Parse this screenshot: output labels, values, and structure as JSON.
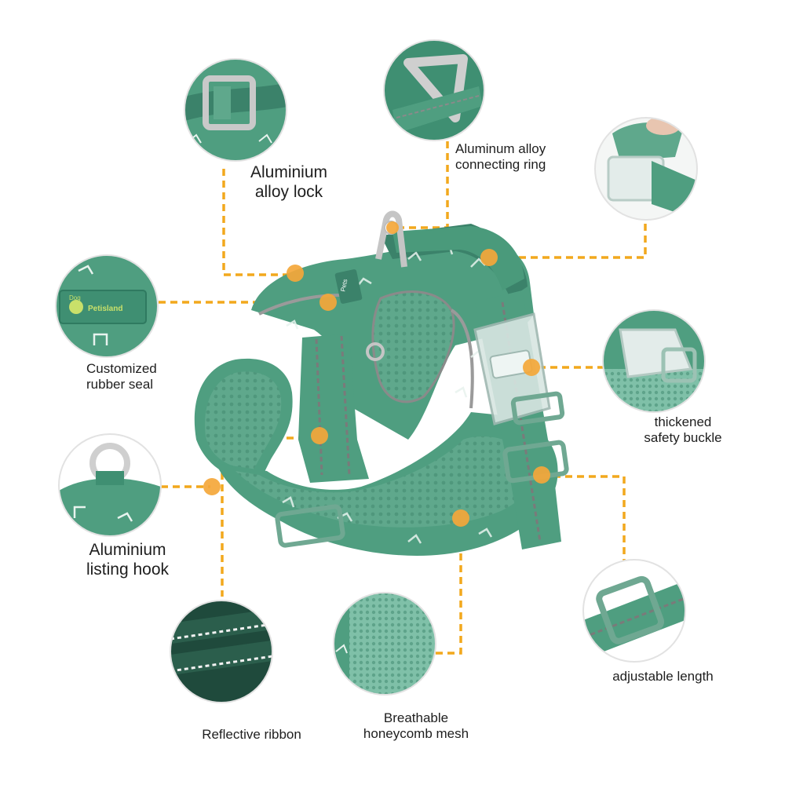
{
  "callouts": [
    {
      "id": "lock",
      "lines": [
        "Aluminium",
        "alloy lock"
      ]
    },
    {
      "id": "connecting-ring",
      "lines": [
        "Aluminum alloy",
        "connecting ring"
      ]
    },
    {
      "id": "rubber-seal",
      "lines": [
        "Customized",
        "rubber seal"
      ]
    },
    {
      "id": "safety-buckle",
      "lines": [
        "thickened",
        "safety buckle"
      ]
    },
    {
      "id": "listing-hook",
      "lines": [
        "Aluminium",
        "listing hook"
      ]
    },
    {
      "id": "adjustable-length",
      "lines": [
        "adjustable length"
      ]
    },
    {
      "id": "reflective-ribbon",
      "lines": [
        "Reflective ribbon"
      ]
    },
    {
      "id": "mesh",
      "lines": [
        "Breathable",
        "honeycomb mesh"
      ]
    }
  ],
  "seal_text": "Petisland",
  "seal_logo_text": "Dog",
  "tag_text": "Pets",
  "colors": {
    "harness": "#4f9e80",
    "harness_dark": "#3b826a",
    "mesh": "#6fb39a",
    "accent": "#f2a81d",
    "text": "#1e1e1e"
  }
}
